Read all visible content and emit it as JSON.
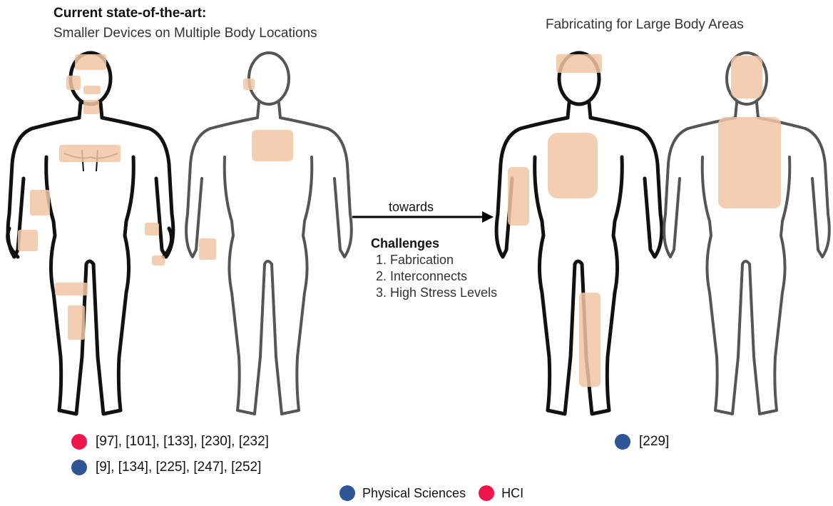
{
  "left_panel": {
    "title": "Current state-of-the-art:",
    "subtitle": "Smaller Devices on Multiple Body Locations"
  },
  "right_panel": {
    "title": "Fabricating for Large Body Areas"
  },
  "arrow": {
    "label": "towards"
  },
  "challenges": {
    "heading": "Challenges",
    "items": [
      "Fabrication",
      "Interconnects",
      "High Stress Levels"
    ]
  },
  "references": {
    "left_hci": "[97], [101], [133], [230], [232]",
    "left_physical": "[9], [134], [225], [247], [252]",
    "right_physical": "[229]"
  },
  "legend": {
    "physical": "Physical Sciences",
    "hci": "HCI"
  },
  "colors": {
    "physical_sciences": "#2f5597",
    "hci": "#f0154a",
    "patch": "#f2c6a5",
    "outline_front": "#111111",
    "outline_back": "#555555"
  }
}
